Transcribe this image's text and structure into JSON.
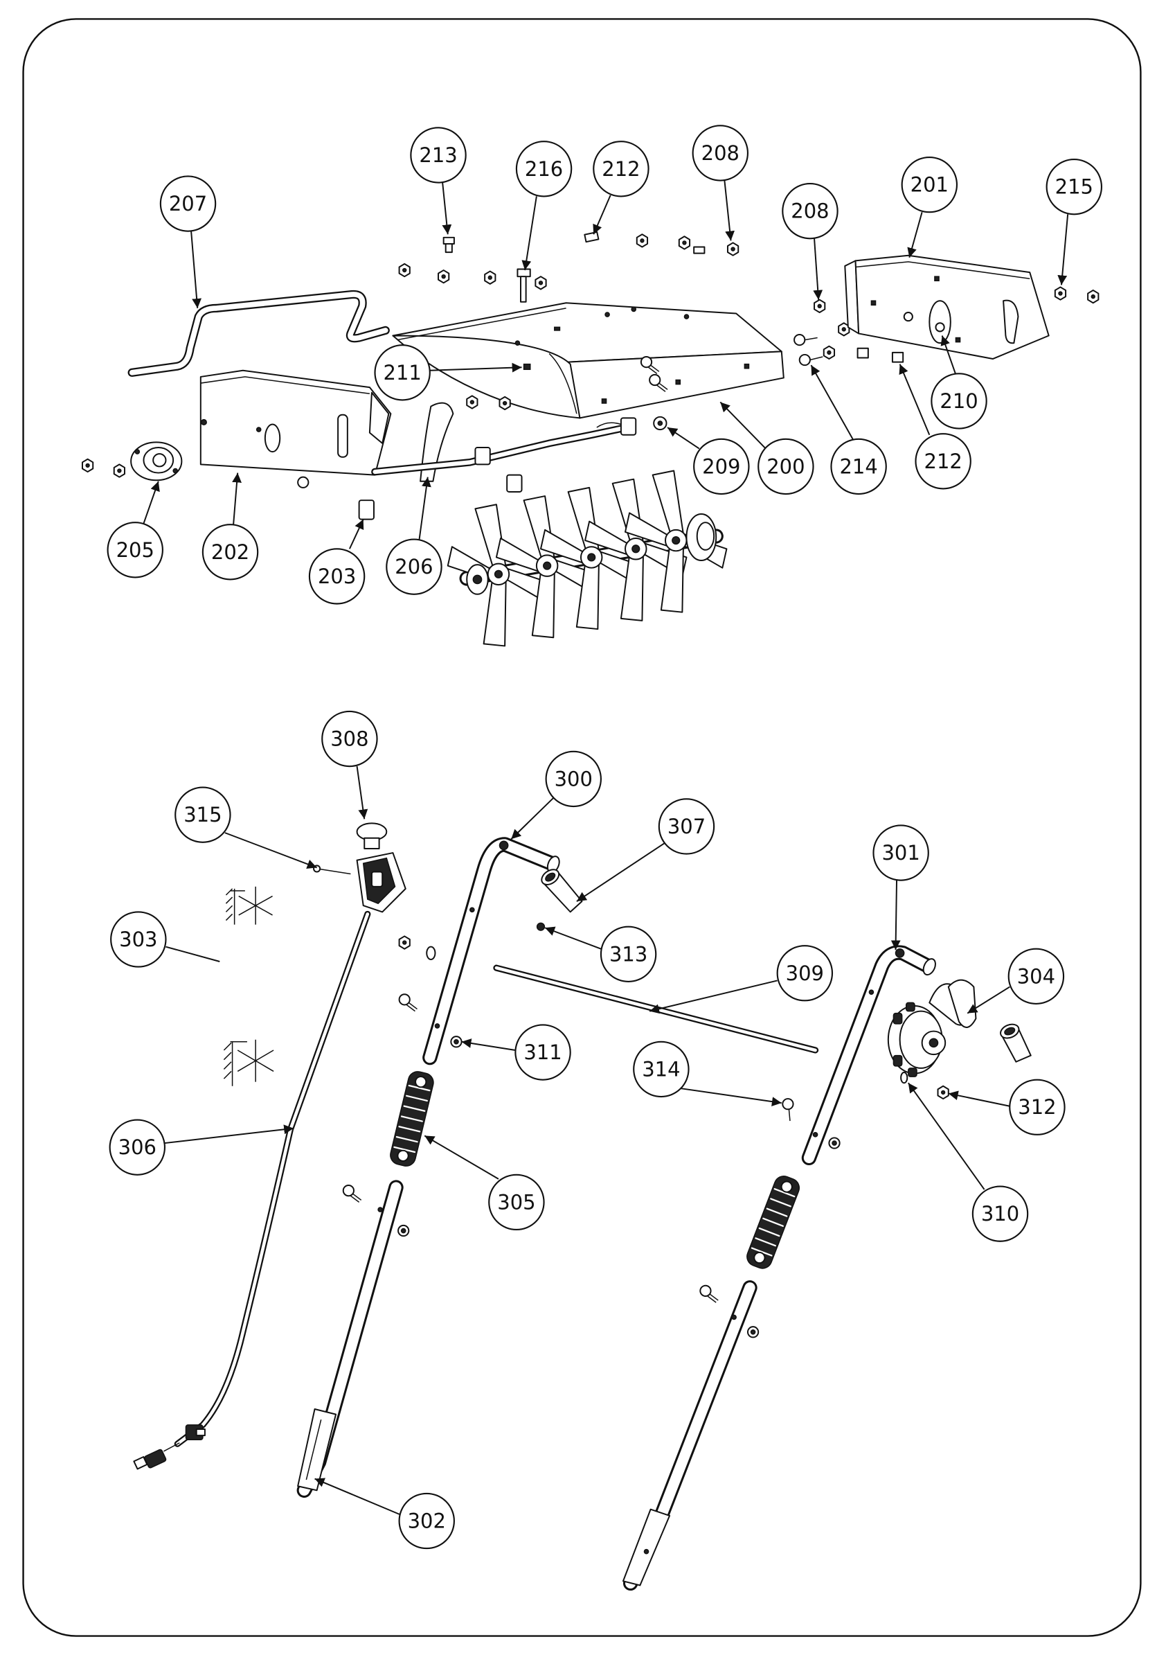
{
  "callouts": [
    {
      "label": "213"
    },
    {
      "label": "216"
    },
    {
      "label": "212"
    },
    {
      "label": "208"
    },
    {
      "label": "207"
    },
    {
      "label": "208"
    },
    {
      "label": "201"
    },
    {
      "label": "215"
    },
    {
      "label": "211"
    },
    {
      "label": "210"
    },
    {
      "label": "209"
    },
    {
      "label": "200"
    },
    {
      "label": "214"
    },
    {
      "label": "212"
    },
    {
      "label": "205"
    },
    {
      "label": "202"
    },
    {
      "label": "203"
    },
    {
      "label": "206"
    },
    {
      "label": "308"
    },
    {
      "label": "300"
    },
    {
      "label": "315"
    },
    {
      "label": "307"
    },
    {
      "label": "301"
    },
    {
      "label": "303"
    },
    {
      "label": "313"
    },
    {
      "label": "309"
    },
    {
      "label": "304"
    },
    {
      "label": "311"
    },
    {
      "label": "314"
    },
    {
      "label": "312"
    },
    {
      "label": "306"
    },
    {
      "label": "305"
    },
    {
      "label": "310"
    },
    {
      "label": "302"
    }
  ],
  "colors": {
    "line": "#111111",
    "background": "#ffffff"
  },
  "icons": [
    "snowflake-symbol-icon",
    "snowflake-symbol-icon"
  ]
}
